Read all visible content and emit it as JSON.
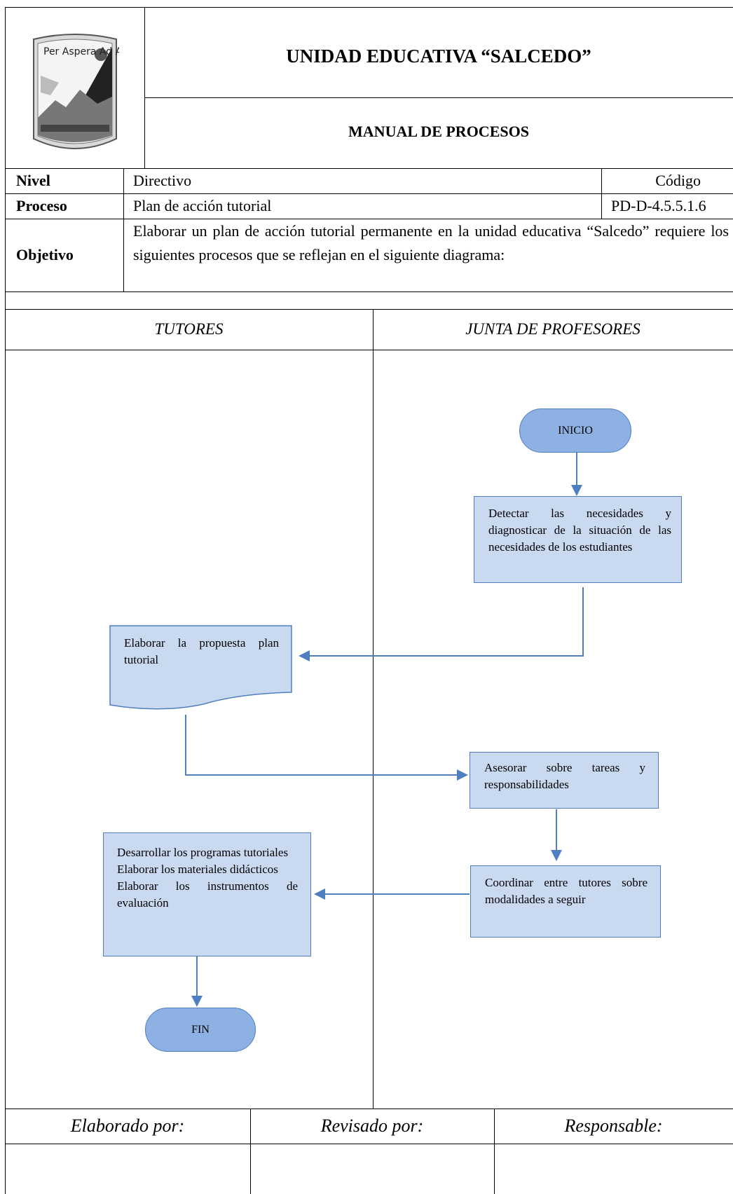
{
  "header": {
    "school_name": "UNIDAD EDUCATIVA “SALCEDO”",
    "manual_title": "MANUAL DE PROCESOS",
    "logo_text": "Per Aspera Ad Astra"
  },
  "info": {
    "nivel_label": "Nivel",
    "nivel_value": "Directivo",
    "codigo_label": "Código",
    "proceso_label": "Proceso",
    "proceso_value": "Plan de acción tutorial",
    "codigo_value": "PD-D-4.5.5.1.6",
    "objetivo_label": "Objetivo",
    "objetivo_value": "Elaborar un plan de acción tutorial permanente en la unidad educativa “Salcedo” requiere los siguientes procesos que se reflejan en el siguiente diagrama:"
  },
  "lanes": {
    "left": "TUTORES",
    "right": "JUNTA DE PROFESORES"
  },
  "flow": {
    "start": "INICIO",
    "detect": "Detectar las necesidades y diagnosticar de la situación de las necesidades de los estudiantes",
    "propuesta": "Elaborar la propuesta plan tutorial",
    "asesorar": "Asesorar sobre tareas y responsabilidades",
    "coordinar": "Coordinar entre tutores sobre modalidades a seguir",
    "desarrollar": [
      "Desarrollar los programas tutoriales",
      "Elaborar los materiales didácticos",
      "Elaborar los instrumentos de evaluación"
    ],
    "end": "FIN"
  },
  "footer": {
    "elaborado": "Elaborado por:",
    "revisado": "Revisado por:",
    "responsable": "Responsable:"
  }
}
